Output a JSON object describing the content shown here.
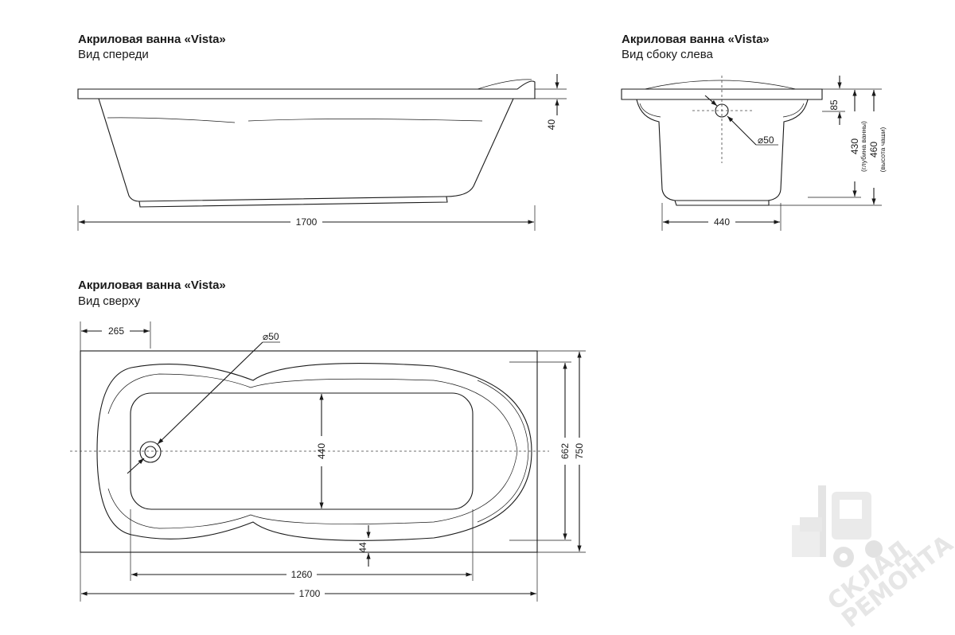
{
  "views": {
    "front": {
      "title": "Акриловая ванна «Vista»",
      "subtitle": "Вид спереди"
    },
    "side": {
      "title": "Акриловая ванна «Vista»",
      "subtitle": "Вид сбоку слева"
    },
    "top": {
      "title": "Акриловая ванна «Vista»",
      "subtitle": "Вид сверху"
    }
  },
  "dimensions": {
    "front_length": "1700",
    "front_rim": "40",
    "side_width": "440",
    "side_rim": "85",
    "side_depth": "430",
    "side_depth_note": "(глубина ванны)",
    "side_height": "460",
    "side_height_note": "(высота чаши)",
    "side_drain": "⌀50",
    "top_drain_offset": "265",
    "top_drain": "⌀50",
    "top_inner_width": "440",
    "top_inner_length": "1260",
    "top_overall_length": "1700",
    "top_width_inner": "662",
    "top_width": "750",
    "top_step": "44"
  },
  "watermark": {
    "line1": "СКЛАД",
    "line2": "РЕМОНТА",
    "icon": "forklift-icon"
  }
}
